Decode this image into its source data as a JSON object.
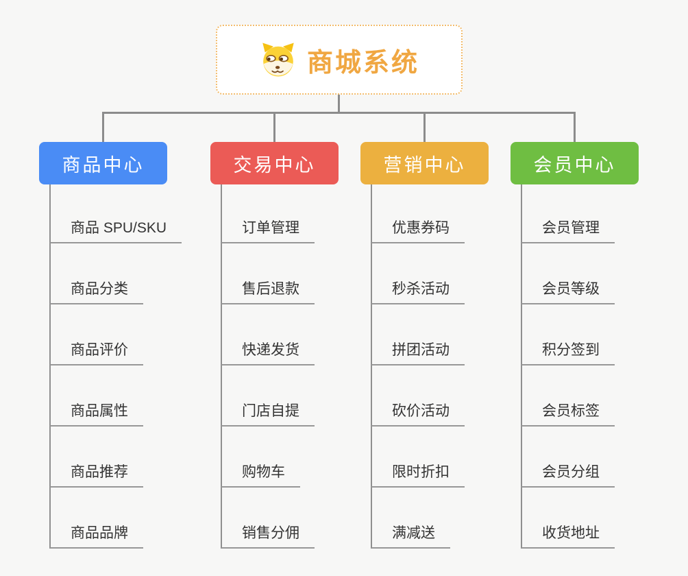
{
  "root": {
    "title": "商城系统",
    "icon": "shiba-dog-icon",
    "title_color": "#f0a742",
    "border_color": "#f3bc6b"
  },
  "connector_color": "#8c8c8c",
  "background_color": "#f7f7f6",
  "branches": [
    {
      "label": "商品中心",
      "color": "#4a8cf5",
      "items": [
        "商品 SPU/SKU",
        "商品分类",
        "商品评价",
        "商品属性",
        "商品推荐",
        "商品品牌"
      ]
    },
    {
      "label": "交易中心",
      "color": "#eb5b56",
      "items": [
        "订单管理",
        "售后退款",
        "快递发货",
        "门店自提",
        "购物车",
        "销售分佣"
      ]
    },
    {
      "label": "营销中心",
      "color": "#ecb03f",
      "items": [
        "优惠券码",
        "秒杀活动",
        "拼团活动",
        "砍价活动",
        "限时折扣",
        "满减送"
      ]
    },
    {
      "label": "会员中心",
      "color": "#6fbe42",
      "items": [
        "会员管理",
        "会员等级",
        "积分签到",
        "会员标签",
        "会员分组",
        "收货地址"
      ]
    }
  ]
}
